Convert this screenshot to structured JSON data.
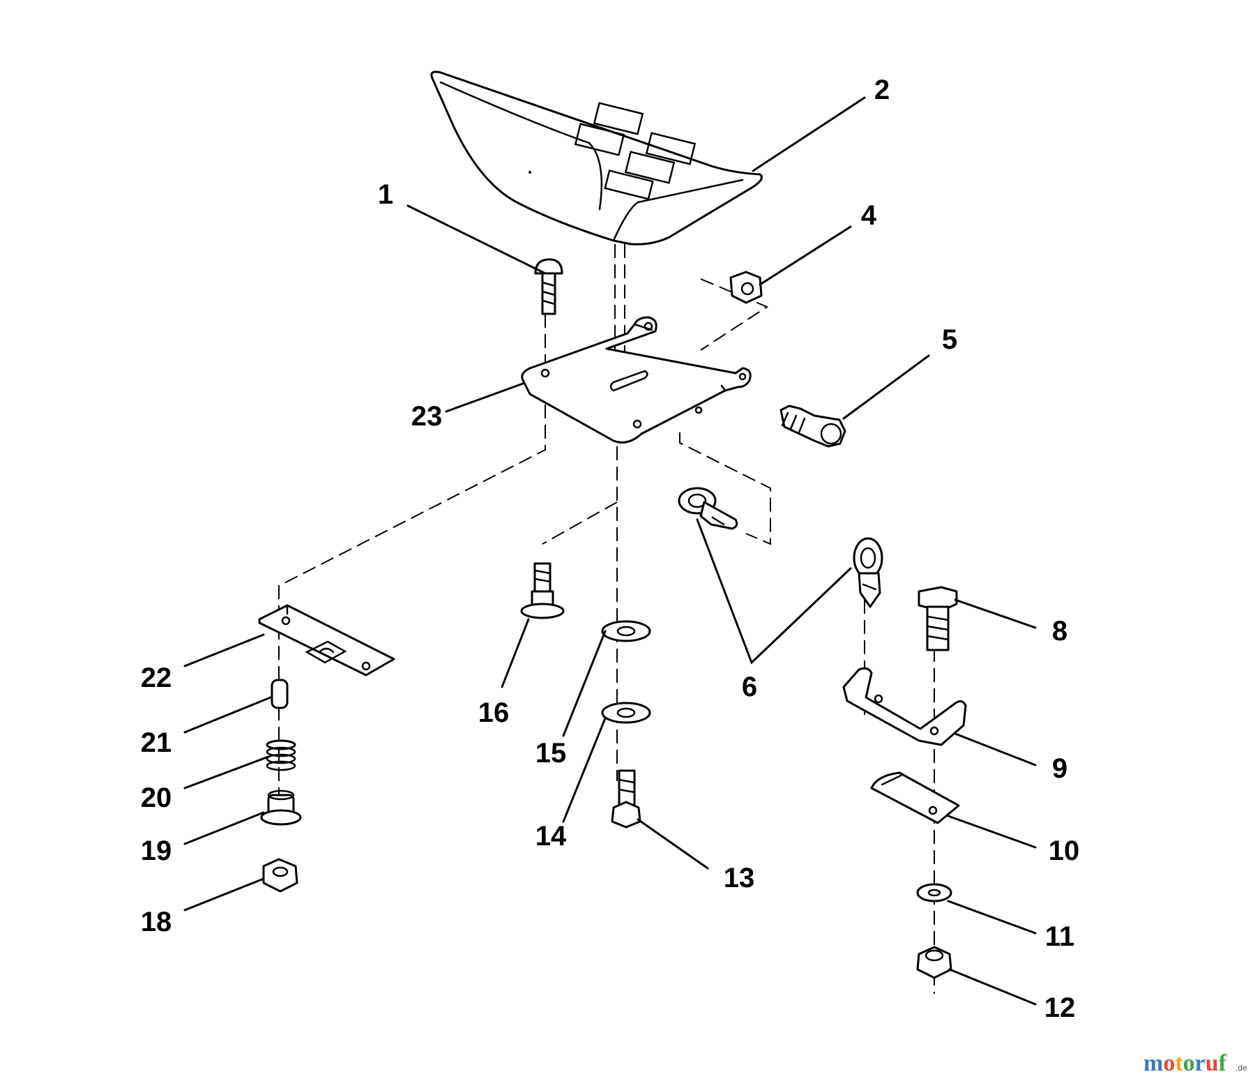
{
  "diagram": {
    "callouts": {
      "c1": "1",
      "c2": "2",
      "c4": "4",
      "c5": "5",
      "c6": "6",
      "c8": "8",
      "c9": "9",
      "c10": "10",
      "c11": "11",
      "c12": "12",
      "c13": "13",
      "c14": "14",
      "c15": "15",
      "c16": "16",
      "c18": "18",
      "c19": "19",
      "c20": "20",
      "c21": "21",
      "c22": "22",
      "c23": "23"
    }
  },
  "watermark": {
    "brand": "motoruf",
    "tld": ".de",
    "colors": {
      "m": "#3a7bbf",
      "o1": "#e04a3a",
      "t": "#f2a81d",
      "o2": "#3fa447",
      "r": "#3a7bbf",
      "u": "#e04a3a",
      "f": "#3fa447"
    }
  }
}
